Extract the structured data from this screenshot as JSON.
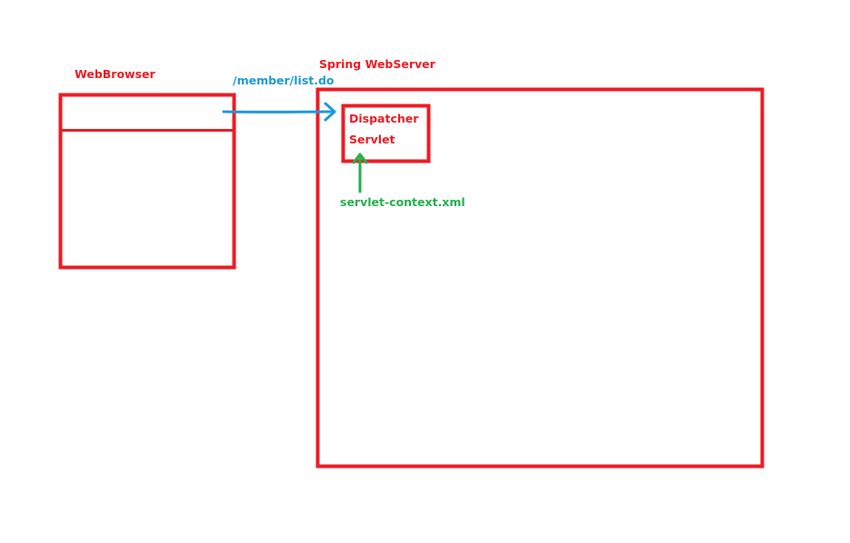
{
  "colors": {
    "box": "#ed1c24",
    "request_arrow": "#1e9ad6",
    "config_arrow": "#22b14c"
  },
  "labels": {
    "web_browser": "WebBrowser",
    "spring_webserver": "Spring WebServer",
    "request_url": "/member/list.do",
    "dispatcher_line1": "Dispatcher",
    "dispatcher_line2": "Servlet",
    "config_file": "servlet-context.xml"
  }
}
